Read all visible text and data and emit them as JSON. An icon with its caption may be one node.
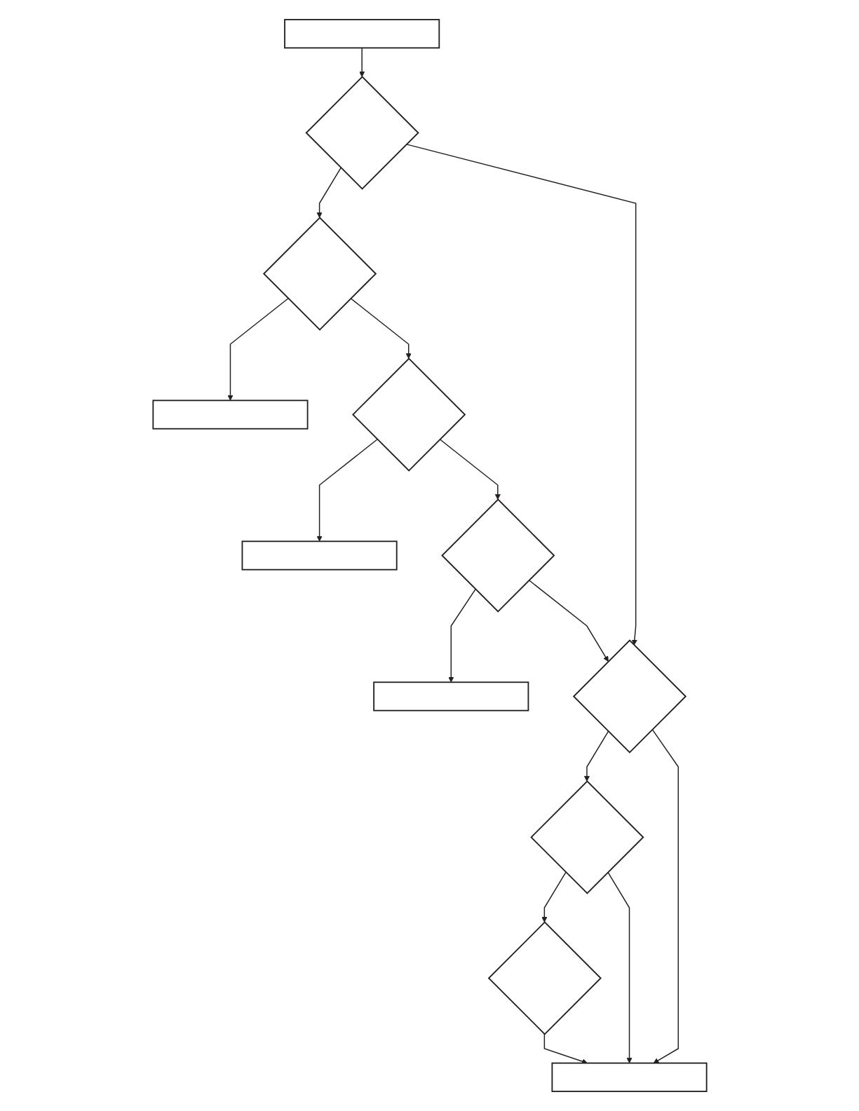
{
  "diagram": {
    "nodes": [
      {
        "text": [],
        "shape": "box"
      },
      {
        "text": [],
        "shape": "diamond"
      },
      {
        "text": [],
        "shape": "diamond"
      },
      {
        "text": [],
        "shape": "box"
      },
      {
        "text": [],
        "shape": "diamond"
      },
      {
        "text": [],
        "shape": "box"
      },
      {
        "text": [],
        "shape": "diamond"
      },
      {
        "text": [],
        "shape": "box"
      },
      {
        "text": [],
        "shape": "diamond"
      },
      {
        "text": [],
        "shape": "diamond"
      },
      {
        "text": [],
        "shape": "diamond"
      },
      {
        "text": [],
        "shape": "box"
      }
    ],
    "edges": [
      {
        "from": 0,
        "to": 1,
        "arrow": "to"
      },
      {
        "from": 1,
        "to": 2,
        "arrow": "to"
      },
      {
        "from": 2,
        "to": 3,
        "arrow": "to"
      },
      {
        "from": 2,
        "to": 4,
        "arrow": "to"
      },
      {
        "from": 4,
        "to": 5,
        "arrow": "to"
      },
      {
        "from": 4,
        "to": 6,
        "arrow": "to"
      },
      {
        "from": 6,
        "to": 7,
        "arrow": "to"
      },
      {
        "from": 1,
        "to": 8,
        "arrow": "to"
      },
      {
        "from": 6,
        "to": 8,
        "arrow": "to"
      },
      {
        "from": 8,
        "to": 9,
        "arrow": "to"
      },
      {
        "from": 9,
        "to": 10,
        "arrow": "to"
      },
      {
        "from": 8,
        "to": 11,
        "arrow": "to"
      },
      {
        "from": 9,
        "to": 11,
        "arrow": "to"
      },
      {
        "from": 10,
        "to": 11,
        "arrow": "to"
      }
    ]
  }
}
